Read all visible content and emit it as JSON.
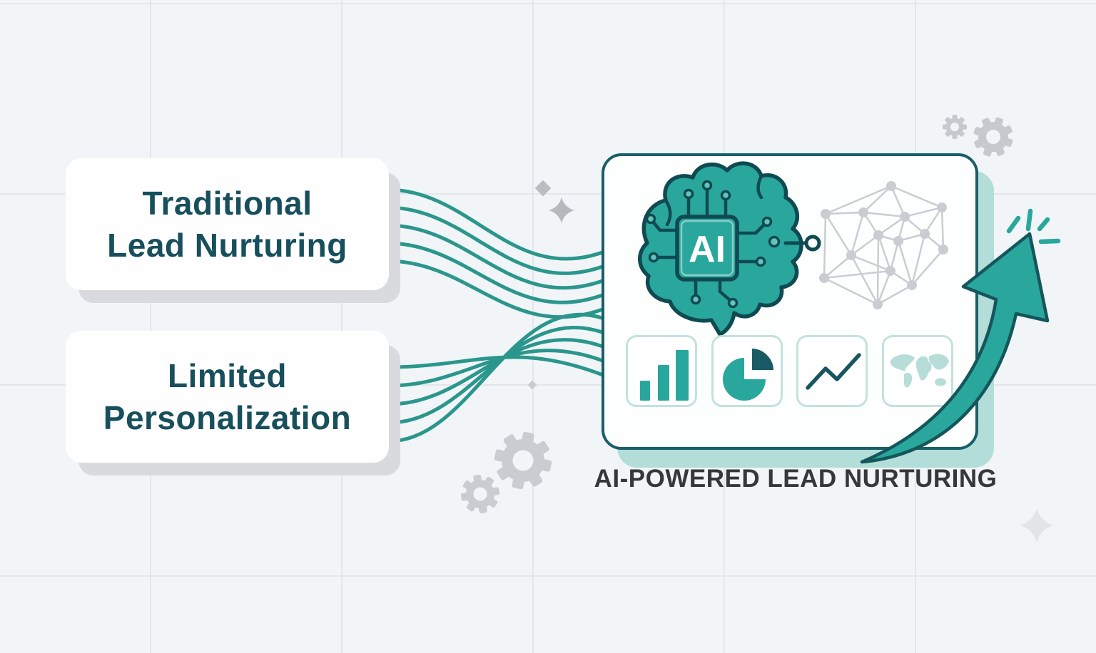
{
  "illustration": {
    "cards": [
      {
        "line1": "Traditional",
        "line2": "Lead Nurturing"
      },
      {
        "line1": "Limited",
        "line2": "Personalization"
      }
    ],
    "panel": {
      "chip_label": "AI",
      "caption": "AI-POWERED LEAD NURTURING",
      "icons": [
        "brain-ai-icon",
        "network-graph-icon",
        "bar-chart-icon",
        "pie-chart-icon",
        "line-chart-icon",
        "world-map-icon",
        "growth-arrow-icon",
        "sparkle-icon",
        "gear-icon"
      ]
    },
    "colors": {
      "teal": "#2aa79c",
      "teal_dark": "#0f4a52",
      "flow_line": "#2a968c",
      "panel_border": "#1a5f68",
      "panel_shadow": "#b2ddd8",
      "tile_border": "#c2e2de",
      "card_text": "#184f5c",
      "caption_text": "#35383a",
      "decor_gray": "#c6c9cd",
      "network_gray": "#c9cdd1",
      "background": "#f1f5f8",
      "grid": "#e3e6ea"
    }
  }
}
